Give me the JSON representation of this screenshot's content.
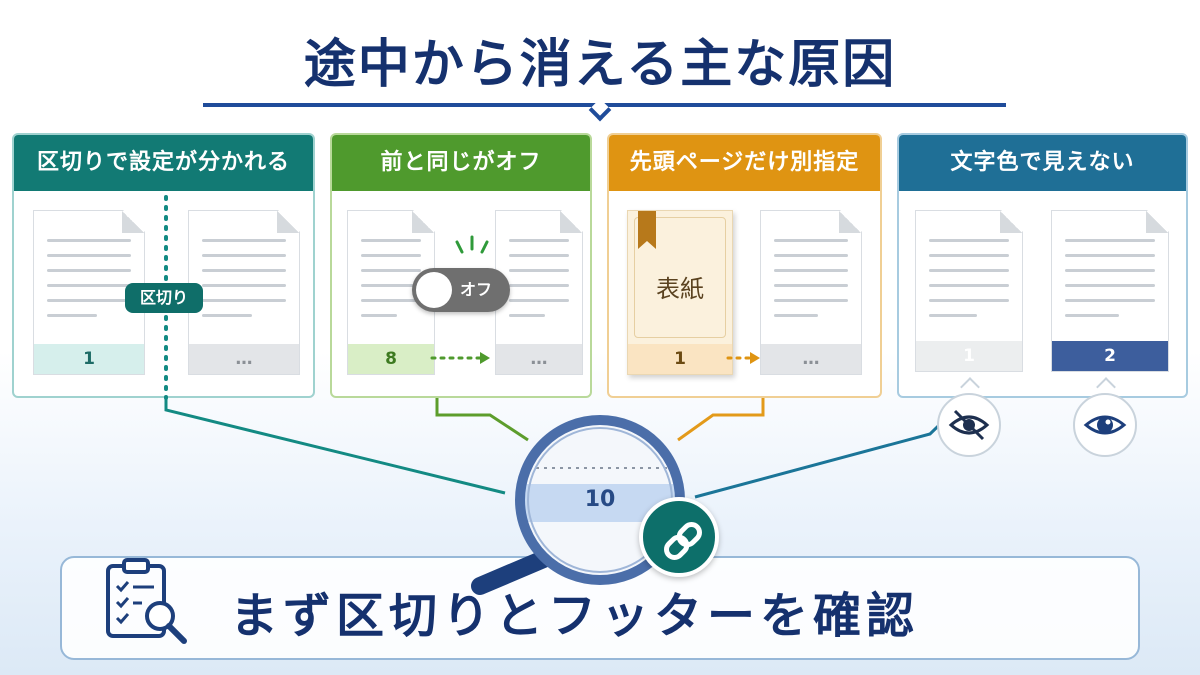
{
  "title": "途中から消える主な原因",
  "panels": [
    {
      "heading": "区切りで設定が分かれる",
      "color": "#127a74",
      "left_page": "1",
      "right_page": "…",
      "badge": "区切り"
    },
    {
      "heading": "前と同じがオフ",
      "color": "#4f9a2d",
      "left_page": "8",
      "right_page": "…",
      "toggle": "オフ"
    },
    {
      "heading": "先頭ページだけ別指定",
      "color": "#df9412",
      "left_page": "1",
      "right_page": "…",
      "cover": "表紙"
    },
    {
      "heading": "文字色で見えない",
      "color": "#1f6f96",
      "left_page": "1",
      "right_page": "2",
      "icons": [
        "eye-hidden-icon",
        "eye-visible-icon"
      ]
    }
  ],
  "magnifier": {
    "page_number": "10"
  },
  "conclusion": "まず区切りとフッターを確認",
  "icons": [
    "clipboard-search-icon",
    "link-icon",
    "magnifier-icon"
  ]
}
